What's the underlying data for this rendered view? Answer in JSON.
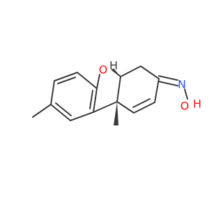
{
  "molecule": {
    "atoms": {
      "oxygen_ring": {
        "symbol": "O",
        "color": "#ff0d0d"
      },
      "nitrogen": {
        "symbol": "N",
        "color": "#3050f8"
      },
      "oxygen_oxime": {
        "symbol": "O",
        "color": "#ff0d0d"
      },
      "hydrogen_oxime": {
        "symbol": "H",
        "color": "#ff0d0d"
      },
      "hydrogen_stereo": {
        "symbol": "H",
        "color": "#3a3a3a"
      }
    }
  }
}
